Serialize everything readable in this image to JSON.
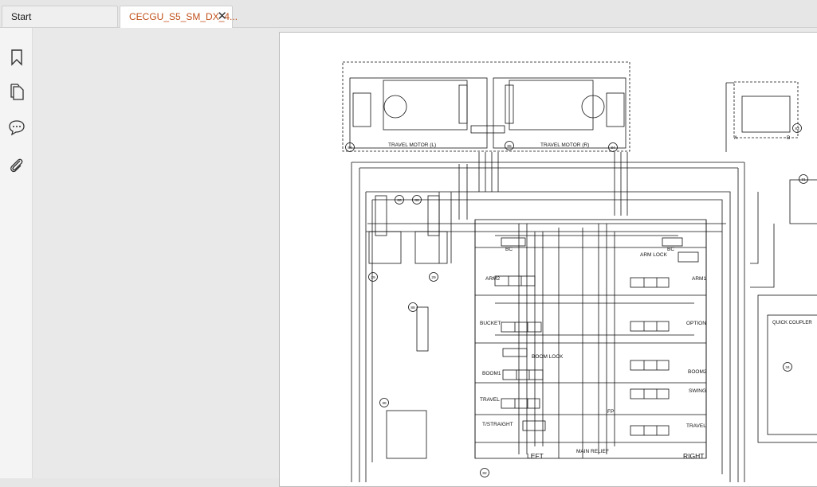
{
  "tabs": [
    {
      "label": "Start"
    },
    {
      "label": "CECGU_S5_SM_DX_4...",
      "close_icon": "close-icon"
    }
  ],
  "sidebar": {
    "icons": [
      "bookmark-icon",
      "pages-icon",
      "comment-icon",
      "attachment-icon"
    ],
    "expand_icon": "chevron-right-icon"
  },
  "diagram": {
    "travel_motor_left": "TRAVEL MOTOR (L)",
    "travel_motor_right": "TRAVEL MOTOR (R)",
    "label_bc_left": "BC",
    "label_bc_right": "BC",
    "label_arm_lock": "ARM LOCK",
    "label_arm2": "ARM2",
    "label_arm1": "ARM1",
    "label_bucket": "BUCKET",
    "label_option": "OPTION",
    "label_boom_lock": "BOOM LOCK",
    "label_boom1": "BOOM1",
    "label_boom2": "BOOM2",
    "label_swing": "SWING",
    "label_travel_left": "TRAVEL",
    "label_travel_right": "TRAVEL",
    "label_tstraight": "T/STRAIGHT",
    "label_main_relief": "MAIN RELIEF",
    "label_left": "LEFT",
    "label_right": "RIGHT",
    "label_quick_coupler": "QUICK COUPLER",
    "label_fp": "FP",
    "label_port_a": "A",
    "label_port_b": "B",
    "callouts": [
      "84",
      "85",
      "84",
      "86",
      "86",
      "29",
      "29",
      "88",
      "38",
      "82",
      "83",
      "31",
      "34"
    ]
  }
}
